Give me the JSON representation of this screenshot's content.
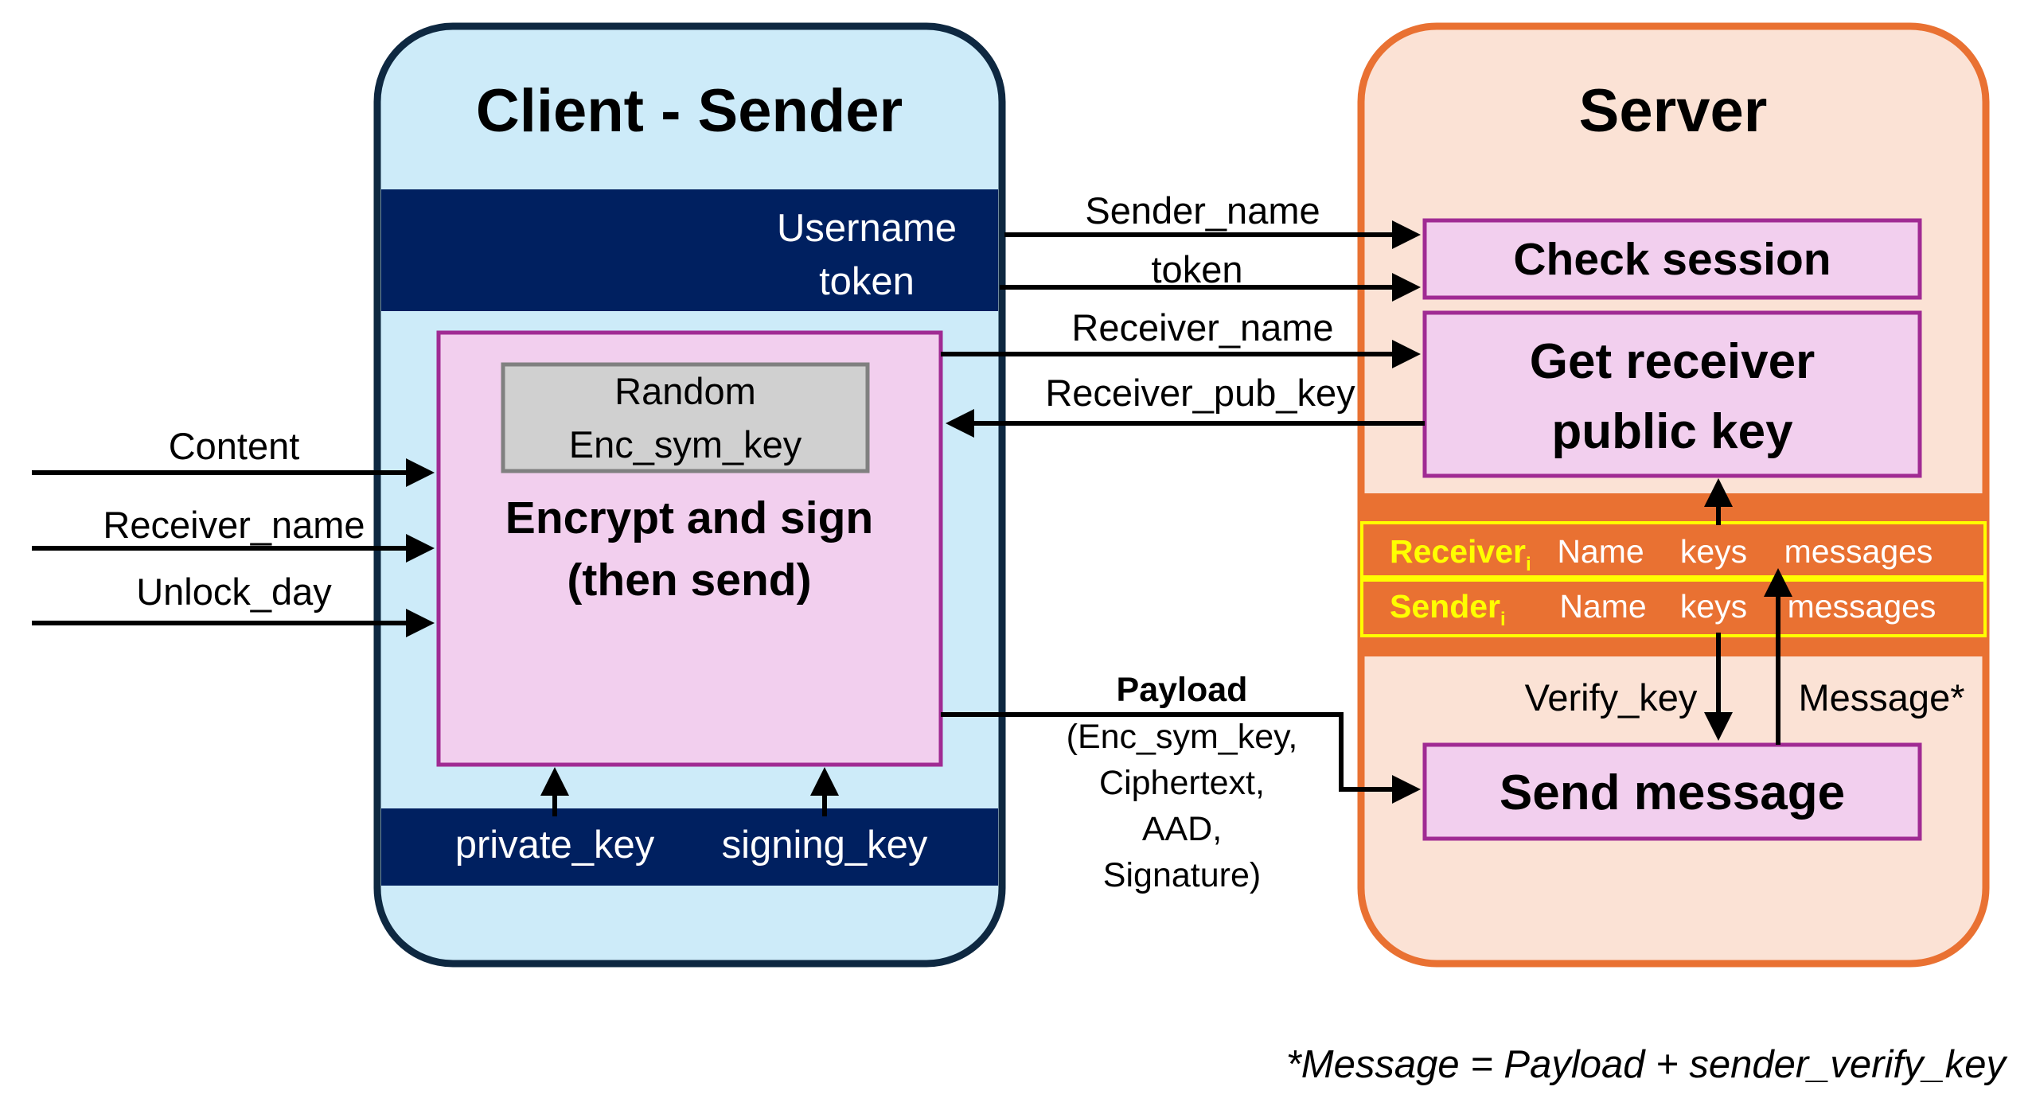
{
  "client": {
    "title": "Client - Sender",
    "username_label": "Username",
    "token_label": "token",
    "random_label": "Random",
    "enc_sym_key_label": "Enc_sym_key",
    "encrypt_line1": "Encrypt and sign",
    "encrypt_line2": "(then send)",
    "private_key_label": "private_key",
    "signing_key_label": "signing_key"
  },
  "inputs": {
    "content": "Content",
    "receiver_name": "Receiver_name",
    "unlock_day": "Unlock_day"
  },
  "flows": {
    "sender_name": "Sender_name",
    "token": "token",
    "receiver_name": "Receiver_name",
    "receiver_pub_key": "Receiver_pub_key",
    "payload_title": "Payload",
    "payload_lines": [
      "(Enc_sym_key,",
      "Ciphertext,",
      "AAD,",
      "Signature)"
    ],
    "verify_key": "Verify_key",
    "message": "Message*"
  },
  "server": {
    "title": "Server",
    "check_session": "Check session",
    "get_receiver_line1": "Get receiver",
    "get_receiver_line2": "public key",
    "send_message": "Send message",
    "table": {
      "rows": [
        {
          "key": "Receiver",
          "subscript": "i",
          "name": "Name",
          "keys": "keys",
          "messages": "messages"
        },
        {
          "key": "Sender",
          "subscript": "i",
          "name": "Name",
          "keys": "keys",
          "messages": "messages"
        }
      ]
    }
  },
  "footnote": "*Message = Payload + sender_verify_key",
  "colors": {
    "client_fill": "#cdebf9",
    "client_border": "#0e2841",
    "navy_band": "#002060",
    "server_fill": "#fbe2d5",
    "server_border": "#e97132",
    "process_fill": "#f2cfee",
    "process_border": "#a02b93",
    "random_fill": "#d0d0d0",
    "random_border": "#808080",
    "table_highlight": "#ffff00"
  }
}
